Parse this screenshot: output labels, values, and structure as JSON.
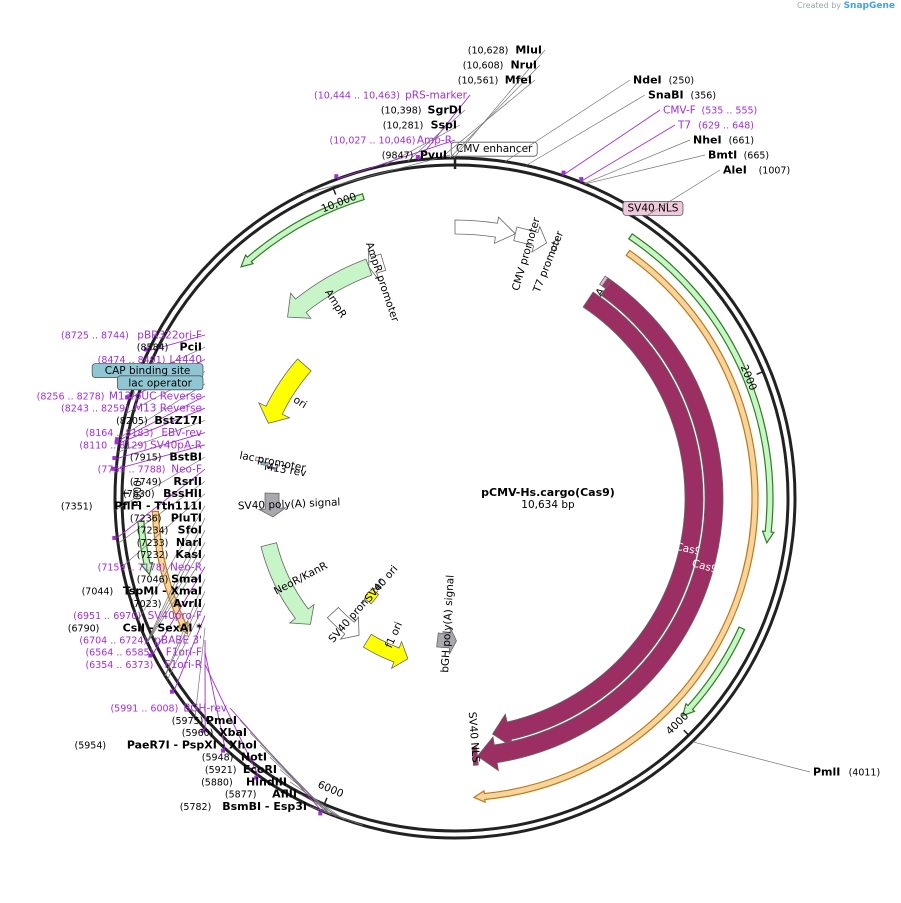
{
  "credit": {
    "prefix": "Created by",
    "brand": "SnapGene"
  },
  "plasmid": {
    "name": "pCMV-Hs.cargo(Cas9)",
    "size": "10,634 bp"
  },
  "ticks": [
    {
      "label": "10,000",
      "pos": 10000
    },
    {
      "label": "2000",
      "pos": 2000
    },
    {
      "label": "4000",
      "pos": 4000
    },
    {
      "label": "6000",
      "pos": 6000
    },
    {
      "label": "8000",
      "pos": 8000
    }
  ],
  "features": [
    {
      "name": "CMV enhancer",
      "start": 0,
      "end": 380,
      "dir": 1,
      "color": "#ffffff",
      "label": "CMV enhancer",
      "label_style": "box"
    },
    {
      "name": "CMV promoter",
      "start": 380,
      "end": 584,
      "dir": 1,
      "color": "#ffffff",
      "label": "CMV promoter"
    },
    {
      "name": "T7 promoter",
      "start": 629,
      "end": 648,
      "dir": 1,
      "color": "#ffffff",
      "label": "T7 promoter"
    },
    {
      "name": "SV40 NLS top",
      "start": 1007,
      "end": 1028,
      "dir": 1,
      "color": "#e8b4d0",
      "label": "SV40 NLS",
      "label_style": "box"
    },
    {
      "name": "HA",
      "start": 1028,
      "end": 1055,
      "dir": 1,
      "color": "#a0336b",
      "label": "HA"
    },
    {
      "name": "Cas9 inner",
      "start": 1000,
      "end": 5050,
      "dir": 1,
      "color": "#9b2f63",
      "label": "Cas9"
    },
    {
      "name": "Cas9 outer",
      "start": 1055,
      "end": 5170,
      "dir": 1,
      "color": "#9b2f63",
      "label": "Cas9"
    },
    {
      "name": "SV40 NLS bottom",
      "start": 5170,
      "end": 5200,
      "dir": 1,
      "color": "#a0336b",
      "label": "SV40 NLS"
    },
    {
      "name": "bGH polyA",
      "start": 5300,
      "end": 5525,
      "dir": -1,
      "color": "#a8a8b0",
      "label": "bGH poly(A) signal"
    },
    {
      "name": "f1 ori",
      "start": 5800,
      "end": 6250,
      "dir": -1,
      "color": "#ffff00",
      "label": "f1 ori"
    },
    {
      "name": "SV40 promoter",
      "start": 6350,
      "end": 6700,
      "dir": -1,
      "color": "#ffffff",
      "label": "SV40 promoter"
    },
    {
      "name": "SV40 ori",
      "start": 6450,
      "end": 6580,
      "dir": 1,
      "color": "#ffff00",
      "label": "SV40 ori"
    },
    {
      "name": "NeoR/KanR",
      "start": 6760,
      "end": 7560,
      "dir": -1,
      "color": "#c8f5c8",
      "label": "NeoR/KanR"
    },
    {
      "name": "SV40 poly(A) signal",
      "start": 7800,
      "end": 8020,
      "dir": -1,
      "color": "#a8a8b0",
      "label": "SV40 poly(A) signal"
    },
    {
      "name": "M13 rev",
      "start": 8243,
      "end": 8259,
      "dir": -1,
      "color": "#6a4bb3",
      "label": "M13 rev"
    },
    {
      "name": "lac operator",
      "start": 8265,
      "end": 8290,
      "dir": -1,
      "color": "#88c5d0",
      "label": ""
    },
    {
      "name": "lac promoter",
      "start": 8290,
      "end": 8320,
      "dir": -1,
      "color": "#ffffff",
      "label": "lac promoter"
    },
    {
      "name": "ori",
      "start": 8620,
      "end": 9200,
      "dir": -1,
      "color": "#ffff00",
      "label": "ori"
    },
    {
      "name": "AmpR",
      "start": 9370,
      "end": 10030,
      "dir": -1,
      "color": "#c8f5c8",
      "label": "AmpR"
    },
    {
      "name": "AmpR promoter",
      "start": 10030,
      "end": 10134,
      "dir": -1,
      "color": "#ffffff",
      "label": "AmpR promoter"
    }
  ],
  "orf_tracks": [
    {
      "name": "ORF AmpR",
      "start": 9370,
      "end": 10134,
      "dir": -1,
      "track": 1,
      "color": "#c8f5c8"
    },
    {
      "name": "ORF Cas9 green",
      "start": 1000,
      "end": 2900,
      "dir": 1,
      "track": 1,
      "color": "#c8f5c8"
    },
    {
      "name": "ORF Cas9 green 2",
      "start": 3380,
      "end": 3950,
      "dir": 1,
      "track": 1,
      "color": "#c8f5c8"
    },
    {
      "name": "ORF Cas9 orange",
      "start": 1040,
      "end": 5210,
      "dir": 1,
      "track": 2,
      "color": "#f5d4a0"
    },
    {
      "name": "ORF Neo green",
      "start": 7560,
      "end": 7850,
      "dir": -1,
      "track": 1,
      "color": "#c8f5c8"
    },
    {
      "name": "ORF Neo orange",
      "start": 7180,
      "end": 7900,
      "dir": -1,
      "track": 2,
      "color": "#f5d4a0"
    }
  ],
  "sites": [
    {
      "name": "MluI",
      "pos": "(10,628)",
      "side": "left",
      "bp": 10628
    },
    {
      "name": "NruI",
      "pos": "(10,608)",
      "side": "left",
      "bp": 10608
    },
    {
      "name": "MfeI",
      "pos": "(10,561)",
      "side": "left",
      "bp": 10561
    },
    {
      "name": "pRS-marker",
      "pos": "(10,444 .. 10,463)",
      "side": "left",
      "bp": 10450,
      "primer": true
    },
    {
      "name": "SgrDI",
      "pos": "(10,398)",
      "side": "left",
      "bp": 10398
    },
    {
      "name": "SspI",
      "pos": "(10,281)",
      "side": "left",
      "bp": 10281
    },
    {
      "name": "Amp-R",
      "pos": "(10,027 .. 10,046)",
      "side": "left",
      "bp": 10036,
      "primer": true
    },
    {
      "name": "PvuI",
      "pos": "(9847)",
      "side": "left",
      "bp": 9847
    },
    {
      "name": "pBR322ori-F",
      "pos": "(8725 .. 8744)",
      "side": "left",
      "bp": 8734,
      "primer": true
    },
    {
      "name": "PciI",
      "pos": "(8584)",
      "side": "left",
      "bp": 8584
    },
    {
      "name": "L4440",
      "pos": "(8474 .. 8491)",
      "side": "left",
      "bp": 8480,
      "primer": true
    },
    {
      "name": "CAP binding site",
      "pos": "",
      "side": "left",
      "bp": 8400,
      "box": true
    },
    {
      "name": "M13/pUC Reverse",
      "pos": "(8256 .. 8278)",
      "side": "left",
      "bp": 8267,
      "primer": true
    },
    {
      "name": "lac operator",
      "pos": "",
      "side": "left",
      "bp": 8280,
      "box": true
    },
    {
      "name": "M13 Reverse",
      "pos": "(8243 .. 8259)",
      "side": "left",
      "bp": 8251,
      "primer": true
    },
    {
      "name": "BstZ17I",
      "pos": "(8205)",
      "side": "left",
      "bp": 8205
    },
    {
      "name": "EBV-rev",
      "pos": "(8164 .. 8183)",
      "side": "left",
      "bp": 8173,
      "primer": true
    },
    {
      "name": "SV40pA-R",
      "pos": "(8110 .. 8129)",
      "side": "left",
      "bp": 8120,
      "primer": true
    },
    {
      "name": "BstBI",
      "pos": "(7915)",
      "side": "left",
      "bp": 7915
    },
    {
      "name": "Neo-F",
      "pos": "(7769 .. 7788)",
      "side": "left",
      "bp": 7778,
      "primer": true
    },
    {
      "name": "RsrII",
      "pos": "(7749)",
      "side": "left",
      "bp": 7749
    },
    {
      "name": "BssHII",
      "pos": "(7630)",
      "side": "left",
      "bp": 7630
    },
    {
      "name": "PflFI - Tth111I",
      "pos": "(7351)",
      "side": "left",
      "bp": 7351
    },
    {
      "name": "PluTI",
      "pos": "(7236)",
      "side": "left",
      "bp": 7236
    },
    {
      "name": "SfoI",
      "pos": "(7234)",
      "side": "left",
      "bp": 7234
    },
    {
      "name": "NarI",
      "pos": "(7233)",
      "side": "left",
      "bp": 7233
    },
    {
      "name": "KasI",
      "pos": "(7232)",
      "side": "left",
      "bp": 7232
    },
    {
      "name": "Neo-R",
      "pos": "(7159 .. 7178)",
      "side": "left",
      "bp": 7168,
      "primer": true
    },
    {
      "name": "SmaI",
      "pos": "(7046)",
      "side": "left",
      "bp": 7046
    },
    {
      "name": "TspMI - XmaI",
      "pos": "(7044)",
      "side": "left",
      "bp": 7044
    },
    {
      "name": "AvrII",
      "pos": "(7023)",
      "side": "left",
      "bp": 7023
    },
    {
      "name": "SV40pro-F",
      "pos": "(6951 .. 6970)",
      "side": "left",
      "bp": 6960,
      "primer": true
    },
    {
      "name": "CsiI - SexAI *",
      "pos": "(6790)",
      "side": "left",
      "bp": 6790
    },
    {
      "name": "pBABE 3'",
      "pos": "(6704 .. 6724)",
      "side": "left",
      "bp": 6714,
      "primer": true
    },
    {
      "name": "F1ori-F",
      "pos": "(6564 .. 6585)",
      "side": "left",
      "bp": 6574,
      "primer": true
    },
    {
      "name": "F1ori-R",
      "pos": "(6354 .. 6373)",
      "side": "left",
      "bp": 6363,
      "primer": true
    },
    {
      "name": "BGH-rev",
      "pos": "(5991 .. 6008)",
      "side": "left",
      "bp": 6000,
      "primer": true
    },
    {
      "name": "PmeI",
      "pos": "(5975)",
      "side": "left",
      "bp": 5975
    },
    {
      "name": "XbaI",
      "pos": "(5960)",
      "side": "left",
      "bp": 5960
    },
    {
      "name": "PaeR7I - PspXI - XhoI",
      "pos": "(5954)",
      "side": "left",
      "bp": 5954
    },
    {
      "name": "NotI",
      "pos": "(5948)",
      "side": "left",
      "bp": 5948
    },
    {
      "name": "EcoRI",
      "pos": "(5921)",
      "side": "left",
      "bp": 5921
    },
    {
      "name": "HindIII",
      "pos": "(5880)",
      "side": "left",
      "bp": 5880
    },
    {
      "name": "AflII",
      "pos": "(5877)",
      "side": "left",
      "bp": 5877
    },
    {
      "name": "BsmBI - Esp3I",
      "pos": "(5782)",
      "side": "left",
      "bp": 5782
    },
    {
      "name": "NdeI",
      "pos": "(250)",
      "side": "right",
      "bp": 250
    },
    {
      "name": "SnaBI",
      "pos": "(356)",
      "side": "right",
      "bp": 356
    },
    {
      "name": "CMV-F",
      "pos": "(535 .. 555)",
      "side": "right",
      "bp": 545,
      "primer": true
    },
    {
      "name": "T7",
      "pos": "(629 .. 648)",
      "side": "right",
      "bp": 638,
      "primer": true
    },
    {
      "name": "NheI",
      "pos": "(661)",
      "side": "right",
      "bp": 661
    },
    {
      "name": "BmtI",
      "pos": "(665)",
      "side": "right",
      "bp": 665
    },
    {
      "name": "AleI",
      "pos": "(1007)",
      "side": "right",
      "bp": 1007
    },
    {
      "name": "PmlI",
      "pos": "(4011)",
      "side": "right",
      "bp": 4011
    }
  ]
}
